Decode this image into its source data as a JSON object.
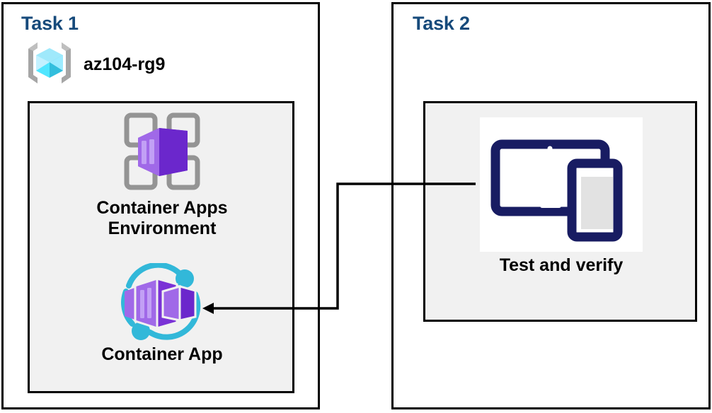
{
  "diagram": {
    "title": "Azure Container Apps task diagram",
    "background": "#ffffff",
    "accent_title_color": "#164A7B",
    "panel_fill": "#f1f1f1",
    "line_color": "#000000"
  },
  "task1": {
    "title": "Task 1",
    "resource_group": {
      "icon": "resource-group-icon",
      "label": "az104-rg9"
    },
    "nodes": [
      {
        "id": "container-apps-environment",
        "icon": "container-apps-environment-icon",
        "label": "Container Apps\nEnvironment"
      },
      {
        "id": "container-app",
        "icon": "container-app-icon",
        "label": "Container App"
      }
    ]
  },
  "task2": {
    "title": "Task 2",
    "nodes": [
      {
        "id": "test-and-verify",
        "icon": "devices-tablet-phone-icon",
        "label": "Test and verify"
      }
    ]
  },
  "connector": {
    "from": "test-and-verify",
    "to": "container-app",
    "style": "elbow-arrow",
    "arrow_direction": "left"
  }
}
